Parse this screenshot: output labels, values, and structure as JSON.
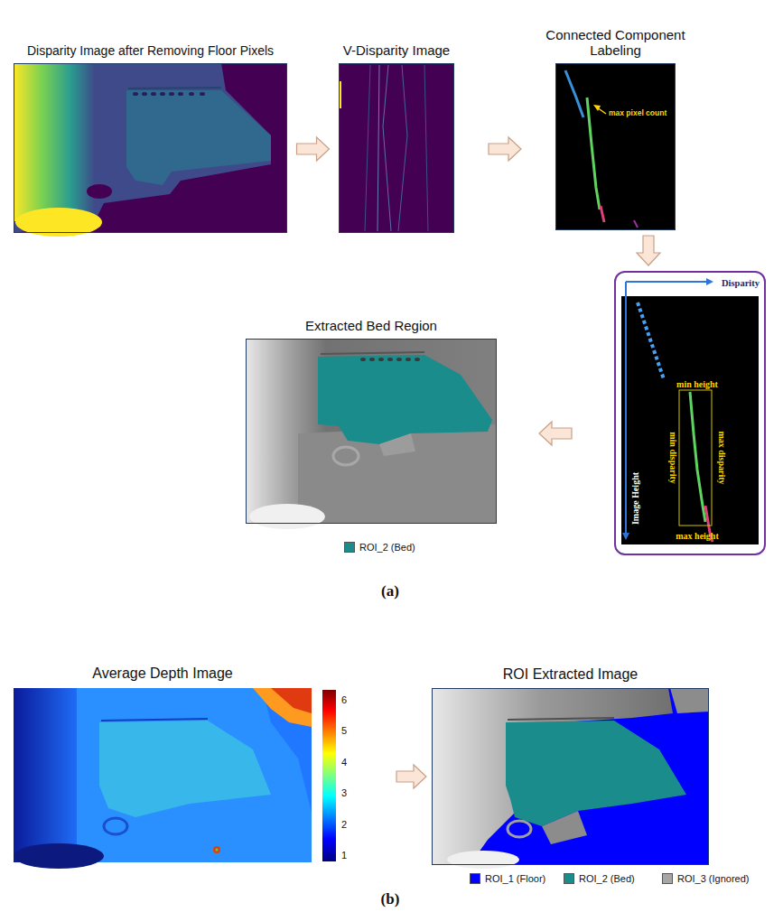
{
  "diagram": {
    "nodes": [
      {
        "text": [
          "Disparity Image after Removing Floor Pixels"
        ]
      },
      {
        "text": [
          "V-Disparity Image"
        ]
      },
      {
        "text": [
          "Connected Component Labeling",
          "max pixel count"
        ]
      },
      {
        "text": [
          "Disparity",
          "Image Height",
          "min height",
          "min disparity",
          "max disparity",
          "max height"
        ]
      },
      {
        "text": [
          "Extracted Bed Region"
        ]
      },
      {
        "text": [
          "Average Depth Image"
        ]
      },
      {
        "text": [
          "ROI Extracted Image"
        ]
      }
    ],
    "edges": [
      {
        "from": 0,
        "to": 1,
        "arrow": "to"
      },
      {
        "from": 1,
        "to": 2,
        "arrow": "to"
      },
      {
        "from": 2,
        "to": 3,
        "arrow": "to"
      },
      {
        "from": 3,
        "to": 4,
        "arrow": "to"
      },
      {
        "from": 5,
        "to": 6,
        "arrow": "to"
      }
    ],
    "labels": [
      "(a)",
      "6",
      "5",
      "4",
      "3",
      "2",
      "1",
      "(b)"
    ],
    "legend": [
      {
        "text": "ROI_2 (Bed)",
        "color": "#1a8c8c"
      },
      {
        "text": "ROI_1 (Floor)",
        "color": "#0000ff"
      },
      {
        "text": "ROI_2 (Bed)",
        "color": "#1a8c8c"
      },
      {
        "text": "ROI_3 (Ignored)",
        "color": "#a6a6a6"
      }
    ]
  }
}
